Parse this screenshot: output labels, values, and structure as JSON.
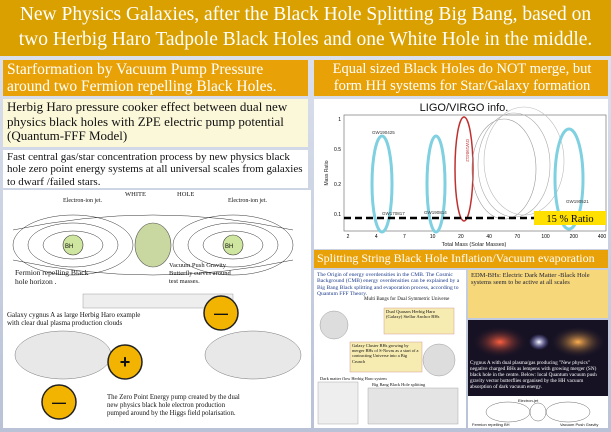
{
  "title": {
    "line1": "New Physics Galaxies, after the Black Hole Splitting Big Bang, based on",
    "line2": "two Herbig Haro Tadpole Black Holes and one White Hole in the middle."
  },
  "boxes": {
    "starformation": "Starformation by Vacuum Pump Pressure around two Fermion repelling Black Holes.",
    "equal_sized": "Equal sized Black Holes do NOT merge, but form HH systems for Star/Galaxy formation",
    "herbig_haro": "Herbig Haro pressure cooker effect between dual new physics black holes with ZPE electric pump potential (Quantum-FFF Model)",
    "fast_central": "Fast central gas/star concentration process by new physics black hole zero point energy systems at all universal scales from galaxies to dwarf /failed stars.",
    "splitting": "Splitting String Black Hole Inflation/Vacuum evaporation"
  },
  "left_illustration": {
    "electron_jet_left": "Electron-ion jet.",
    "electron_jet_right": "Electron-ion jet.",
    "white": "WHITE",
    "hole": "HOLE",
    "bh_left": "BH",
    "bh_right": "BH",
    "fermion_label1": "Fermion repelling Black",
    "fermion_label2": "hole horizon .",
    "vacuum1": "Vacuum Push Gravity",
    "vacuum2": "Butterfly curves around",
    "vacuum3": "test masses.",
    "cygnus1": "Galaxy cygnus A as large Herbig Haro example",
    "cygnus2": "with clear dual plasma production clouds",
    "zpe1": "The Zero Point Energy pump created by the dual",
    "zpe2": "new physics black hole electron production",
    "zpe3": "pumped around by the Higgs field polarisation.",
    "minus": "—",
    "plus": "+"
  },
  "chart_data": {
    "type": "scatter",
    "title": "LIGO/VIRGO info.",
    "xlabel": "Total Mass (Solar Masses)",
    "ylabel": "Mass Ratio",
    "x_ticks": [
      "2",
      "4",
      "7",
      "10",
      "20",
      "40",
      "70",
      "100",
      "200",
      "400"
    ],
    "y_ticks": [
      "1",
      "0.5",
      "0.2",
      "0.1"
    ],
    "annotation": "15 % Ratio",
    "series": [
      {
        "name": "GW190425"
      },
      {
        "name": "GW190814"
      },
      {
        "name": "GW190412"
      },
      {
        "name": "GW190521"
      },
      {
        "name": "GW170817"
      }
    ]
  },
  "cyclic": {
    "text": "The Origin of energy overdensities in the CMB. The Cosmic Background (CMB) energy overdensities can be explained by a Big Bang Black splitting and evaporation process, according to Quantum FFF Theory.",
    "multi": "Multi Bangs for Dual Symmetric Universe",
    "dual_q": "Dual Quasars Herbig Haro (Galaxy) Stellar Anchor BHs",
    "colour": "Galaxy Cluster BHs growing by merger BHs of S-Novas as a start of a contracting Universe into a Big Crunch",
    "dark_flow": "Dark matter flow Herbig Haro system",
    "bbpos": "Big Bang Black Hole splitting"
  },
  "edm": {
    "text": "EDM-BHs: Electric Dark Matter -Black Hole systems seem to be active at all scales"
  },
  "cygnus_photo": {
    "text": "Cygnus A with dual plasma/gas producing \"New physics\" negative charged BHs as lempens with growing merger (SN) black hole in the centre. Below: local Quantum vacuum push gravity vector butterflies organised by the HH vacuum absorption of dark vacuum energy.",
    "electron_jet": "Electron-jet",
    "fermion": "Fermion repelling BH",
    "vacuum": "Vacuum Push Gravity"
  },
  "colors": {
    "orange": "#e8a107",
    "title_orange": "#d9a000",
    "highlight": "#ffe000"
  }
}
